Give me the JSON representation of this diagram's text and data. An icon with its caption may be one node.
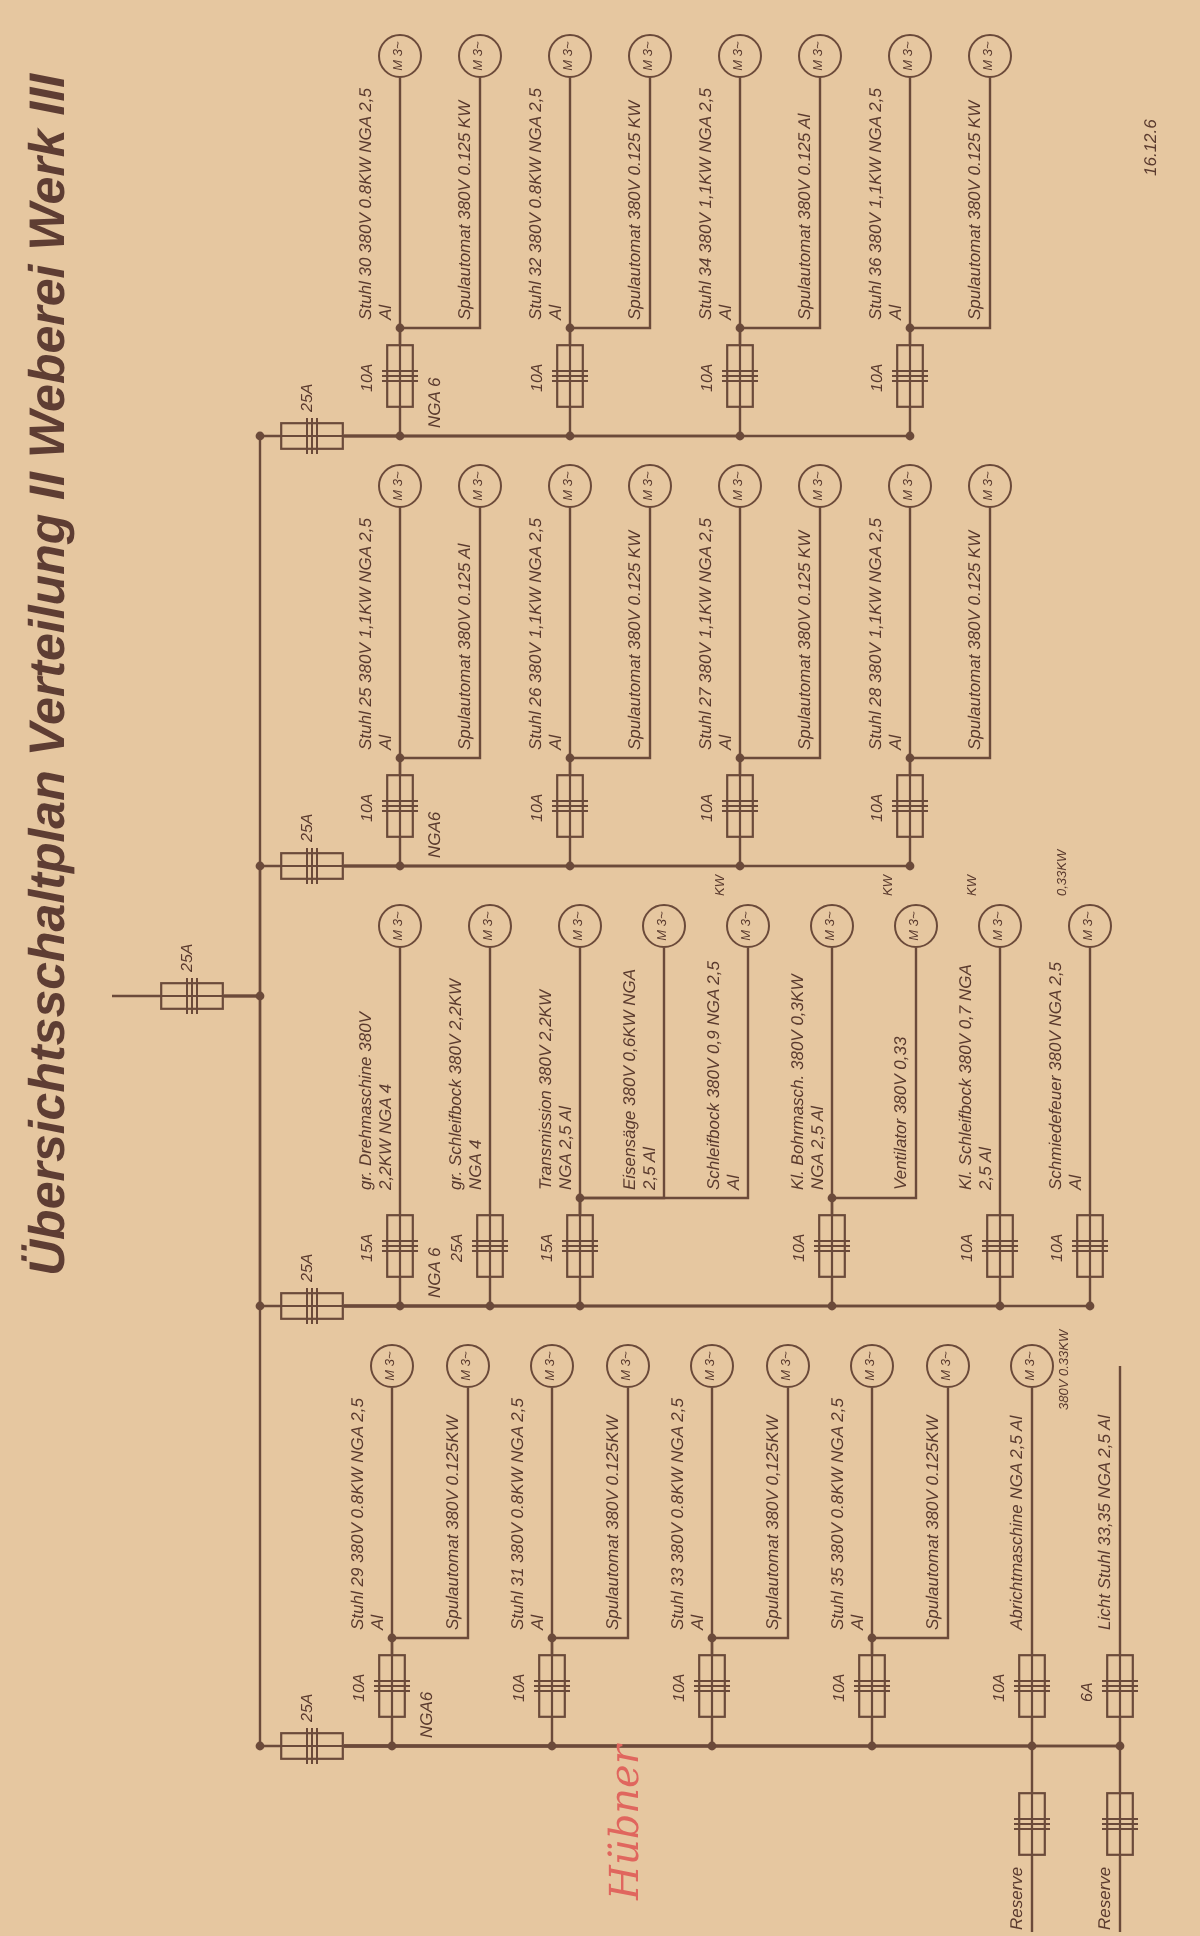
{
  "diagram": {
    "title": "Übersichtsschaltplan Verteilung II Weberei Werk III",
    "nodes": [
      {
        "text": [],
        "shape": "box",
        "beside": [
          "25A"
        ]
      },
      {
        "text": [],
        "shape": "box",
        "beside": [
          "25A"
        ]
      },
      {
        "text": [],
        "shape": "box",
        "beside": [
          "10A"
        ]
      },
      {
        "text": [
          "M 3~"
        ]
      },
      {
        "text": [
          "M 3~"
        ]
      },
      {
        "text": [],
        "shape": "box",
        "beside": [
          "10A"
        ]
      },
      {
        "text": [
          "M 3~"
        ]
      },
      {
        "text": [
          "M 3~"
        ]
      },
      {
        "text": [],
        "shape": "box",
        "beside": [
          "10A"
        ]
      },
      {
        "text": [
          "M 3~"
        ]
      },
      {
        "text": [
          "M 3~"
        ]
      },
      {
        "text": [],
        "shape": "box",
        "beside": [
          "10A"
        ]
      },
      {
        "text": [
          "M 3~"
        ]
      },
      {
        "text": [
          "M 3~"
        ]
      },
      {
        "text": [],
        "shape": "box",
        "beside": [
          "10A"
        ]
      },
      {
        "text": [
          "M 3~"
        ],
        "beside": [
          "380V 0.33KW"
        ]
      },
      {
        "text": [],
        "shape": "box",
        "beside": [
          "6A"
        ]
      },
      {
        "text": [],
        "shape": "box"
      },
      {
        "text": [],
        "shape": "box"
      },
      {
        "text": [],
        "shape": "box",
        "beside": [
          "25A"
        ]
      },
      {
        "text": [],
        "shape": "box",
        "beside": [
          "15A"
        ]
      },
      {
        "text": [
          "M 3~"
        ]
      },
      {
        "text": [],
        "shape": "box",
        "beside": [
          "25A"
        ]
      },
      {
        "text": [
          "M 3~"
        ]
      },
      {
        "text": [],
        "shape": "box",
        "beside": [
          "15A"
        ]
      },
      {
        "text": [
          "M 3~"
        ]
      },
      {
        "text": [
          "M 3~"
        ]
      },
      {
        "text": [
          "M 3~"
        ],
        "beside": [
          "KW"
        ]
      },
      {
        "text": [],
        "shape": "box",
        "beside": [
          "10A"
        ]
      },
      {
        "text": [
          "M 3~"
        ]
      },
      {
        "text": [
          "M 3~"
        ],
        "beside": [
          "KW"
        ]
      },
      {
        "text": [],
        "shape": "box",
        "beside": [
          "10A"
        ]
      },
      {
        "text": [
          "M 3~"
        ],
        "beside": [
          "KW"
        ]
      },
      {
        "text": [],
        "shape": "box",
        "beside": [
          "10A"
        ]
      },
      {
        "text": [
          "M 3~"
        ],
        "beside": [
          "0,33KW"
        ]
      },
      {
        "text": [],
        "shape": "box",
        "beside": [
          "25A"
        ]
      },
      {
        "text": [],
        "shape": "box",
        "beside": [
          "10A"
        ]
      },
      {
        "text": [
          "M 3~"
        ]
      },
      {
        "text": [
          "M 3~"
        ]
      },
      {
        "text": [],
        "shape": "box",
        "beside": [
          "10A"
        ]
      },
      {
        "text": [
          "M 3~"
        ]
      },
      {
        "text": [
          "M 3~"
        ]
      },
      {
        "text": [],
        "shape": "box",
        "beside": [
          "10A"
        ]
      },
      {
        "text": [
          "M 3~"
        ]
      },
      {
        "text": [
          "M 3~"
        ]
      },
      {
        "text": [],
        "shape": "box",
        "beside": [
          "10A"
        ]
      },
      {
        "text": [
          "M 3~"
        ]
      },
      {
        "text": [
          "M 3~"
        ]
      },
      {
        "text": [],
        "shape": "box",
        "beside": [
          "25A"
        ]
      },
      {
        "text": [],
        "shape": "box",
        "beside": [
          "10A"
        ]
      },
      {
        "text": [
          "M 3~"
        ]
      },
      {
        "text": [
          "M 3~"
        ]
      },
      {
        "text": [],
        "shape": "box",
        "beside": [
          "10A"
        ]
      },
      {
        "text": [
          "M 3~"
        ]
      },
      {
        "text": [
          "M 3~"
        ]
      },
      {
        "text": [],
        "shape": "box",
        "beside": [
          "10A"
        ]
      },
      {
        "text": [
          "M 3~"
        ]
      },
      {
        "text": [
          "M 3~"
        ]
      },
      {
        "text": [],
        "shape": "box",
        "beside": [
          "10A"
        ]
      },
      {
        "text": [
          "M 3~"
        ]
      },
      {
        "text": [
          "M 3~"
        ]
      }
    ],
    "edges": [
      {
        "from": null,
        "to": 0,
        "arrow": "none"
      },
      {
        "from": 0,
        "to": 1,
        "arrow": "none"
      },
      {
        "from": 0,
        "to": 19,
        "arrow": "none"
      },
      {
        "from": 0,
        "to": 35,
        "arrow": "none"
      },
      {
        "from": 0,
        "to": 48,
        "arrow": "none"
      },
      {
        "from": 1,
        "to": 2,
        "arrow": "none"
      },
      {
        "from": 2,
        "to": 3,
        "arrow": "none",
        "label": "Stuhl 29 380V 0.8KW NGA 2,5 Al"
      },
      {
        "from": 2,
        "to": 4,
        "arrow": "none",
        "label": "Spulautomat 380V 0.125KW"
      },
      {
        "from": 1,
        "to": 5,
        "arrow": "none"
      },
      {
        "from": 5,
        "to": 6,
        "arrow": "none",
        "label": "Stuhl 31 380V 0.8KW NGA 2,5 Al"
      },
      {
        "from": 5,
        "to": 7,
        "arrow": "none",
        "label": "Spulautomat 380V 0.125KW"
      },
      {
        "from": 1,
        "to": 8,
        "arrow": "none"
      },
      {
        "from": 8,
        "to": 9,
        "arrow": "none",
        "label": "Stuhl 33 380V 0.8KW NGA 2,5 Al"
      },
      {
        "from": 8,
        "to": 10,
        "arrow": "none",
        "label": "Spulautomat 380V 0,125KW"
      },
      {
        "from": 1,
        "to": 11,
        "arrow": "none"
      },
      {
        "from": 11,
        "to": 12,
        "arrow": "none",
        "label": "Stuhl 35 380V 0.8KW NGA 2,5 Al"
      },
      {
        "from": 11,
        "to": 13,
        "arrow": "none",
        "label": "Spulautomat 380V 0.125KW"
      },
      {
        "from": 1,
        "to": 14,
        "arrow": "none"
      },
      {
        "from": 14,
        "to": 15,
        "arrow": "none",
        "label": "Abrichtmaschine NGA 2,5 Al"
      },
      {
        "from": 1,
        "to": 16,
        "arrow": "none"
      },
      {
        "from": 16,
        "to": null,
        "arrow": "none",
        "label": "Licht Stuhl 33,35 NGA 2,5 Al"
      },
      {
        "from": 1,
        "to": 17,
        "arrow": "none"
      },
      {
        "from": 17,
        "to": null,
        "arrow": "none",
        "label": "Reserve"
      },
      {
        "from": 1,
        "to": 18,
        "arrow": "none"
      },
      {
        "from": 18,
        "to": null,
        "arrow": "none",
        "label": "Reserve"
      },
      {
        "from": 19,
        "to": 20,
        "arrow": "none"
      },
      {
        "from": 20,
        "to": 21,
        "arrow": "none",
        "label": "gr. Drehmaschine 380V 2,2KW NGA 4"
      },
      {
        "from": 19,
        "to": 22,
        "arrow": "none"
      },
      {
        "from": 22,
        "to": 23,
        "arrow": "none",
        "label": "gr. Schleifbock 380V 2,2KW NGA 4"
      },
      {
        "from": 19,
        "to": 24,
        "arrow": "none"
      },
      {
        "from": 24,
        "to": 25,
        "arrow": "none",
        "label": "Transmission 380V 2,2KW NGA 2,5 Al"
      },
      {
        "from": 24,
        "to": 26,
        "arrow": "none",
        "label": "Eisensäge 380V 0,6KW NGA 2,5 Al"
      },
      {
        "from": 24,
        "to": 27,
        "arrow": "none",
        "label": "Schleifbock 380V 0,9 NGA 2,5 Al"
      },
      {
        "from": 19,
        "to": 28,
        "arrow": "none"
      },
      {
        "from": 28,
        "to": 29,
        "arrow": "none",
        "label": "Kl. Bohrmasch. 380V 0,3KW NGA 2,5 Al"
      },
      {
        "from": 28,
        "to": 30,
        "arrow": "none",
        "label": "Ventilator 380V 0,33"
      },
      {
        "from": 19,
        "to": 31,
        "arrow": "none"
      },
      {
        "from": 31,
        "to": 32,
        "arrow": "none",
        "label": "Kl. Schleifbock 380V 0,7 NGA 2,5 Al"
      },
      {
        "from": 19,
        "to": 33,
        "arrow": "none"
      },
      {
        "from": 33,
        "to": 34,
        "arrow": "none",
        "label": "Schmiedefeuer 380V NGA 2,5 Al"
      },
      {
        "from": 35,
        "to": 36,
        "arrow": "none"
      },
      {
        "from": 36,
        "to": 37,
        "arrow": "none",
        "label": "Stuhl 25 380V 1,1KW NGA 2,5 Al"
      },
      {
        "from": 36,
        "to": 38,
        "arrow": "none",
        "label": "Spulautomat 380V 0.125 Al"
      },
      {
        "from": 35,
        "to": 39,
        "arrow": "none"
      },
      {
        "from": 39,
        "to": 40,
        "arrow": "none",
        "label": "Stuhl 26 380V 1,1KW NGA 2,5 Al"
      },
      {
        "from": 39,
        "to": 41,
        "arrow": "none",
        "label": "Spulautomat 380V 0.125 KW"
      },
      {
        "from": 35,
        "to": 42,
        "arrow": "none"
      },
      {
        "from": 42,
        "to": 43,
        "arrow": "none",
        "label": "Stuhl 27 380V 1,1KW NGA 2,5 Al"
      },
      {
        "from": 42,
        "to": 44,
        "arrow": "none",
        "label": "Spulautomat 380V 0.125 KW"
      },
      {
        "from": 35,
        "to": 45,
        "arrow": "none"
      },
      {
        "from": 45,
        "to": 46,
        "arrow": "none",
        "label": "Stuhl 28 380V 1,1KW NGA 2,5 Al"
      },
      {
        "from": 45,
        "to": 47,
        "arrow": "none",
        "label": "Spulautomat 380V 0.125 KW"
      },
      {
        "from": 48,
        "to": 49,
        "arrow": "none"
      },
      {
        "from": 49,
        "to": 50,
        "arrow": "none",
        "label": "Stuhl 30 380V 0.8KW NGA 2,5 Al"
      },
      {
        "from": 49,
        "to": 51,
        "arrow": "none",
        "label": "Spulautomat 380V 0.125 KW"
      },
      {
        "from": 48,
        "to": 52,
        "arrow": "none"
      },
      {
        "from": 52,
        "to": 53,
        "arrow": "none",
        "label": "Stuhl 32 380V 0.8KW NGA 2,5 Al"
      },
      {
        "from": 52,
        "to": 54,
        "arrow": "none",
        "label": "Spulautomat 380V 0.125 KW"
      },
      {
        "from": 48,
        "to": 55,
        "arrow": "none"
      },
      {
        "from": 55,
        "to": 56,
        "arrow": "none",
        "label": "Stuhl 34 380V 1,1KW NGA 2,5 Al"
      },
      {
        "from": 55,
        "to": 57,
        "arrow": "none",
        "label": "Spulautomat 380V 0.125 Al"
      },
      {
        "from": 48,
        "to": 58,
        "arrow": "none"
      },
      {
        "from": 58,
        "to": 59,
        "arrow": "none",
        "label": "Stuhl 36 380V 1,1KW NGA 2,5 Al"
      },
      {
        "from": 58,
        "to": 60,
        "arrow": "none",
        "label": "Spulautomat 380V 0.125 KW"
      }
    ],
    "labels": [
      "NGA6",
      "NGA 6",
      "NGA6",
      "NGA 6",
      "Hübner",
      "16.12.6"
    ]
  }
}
